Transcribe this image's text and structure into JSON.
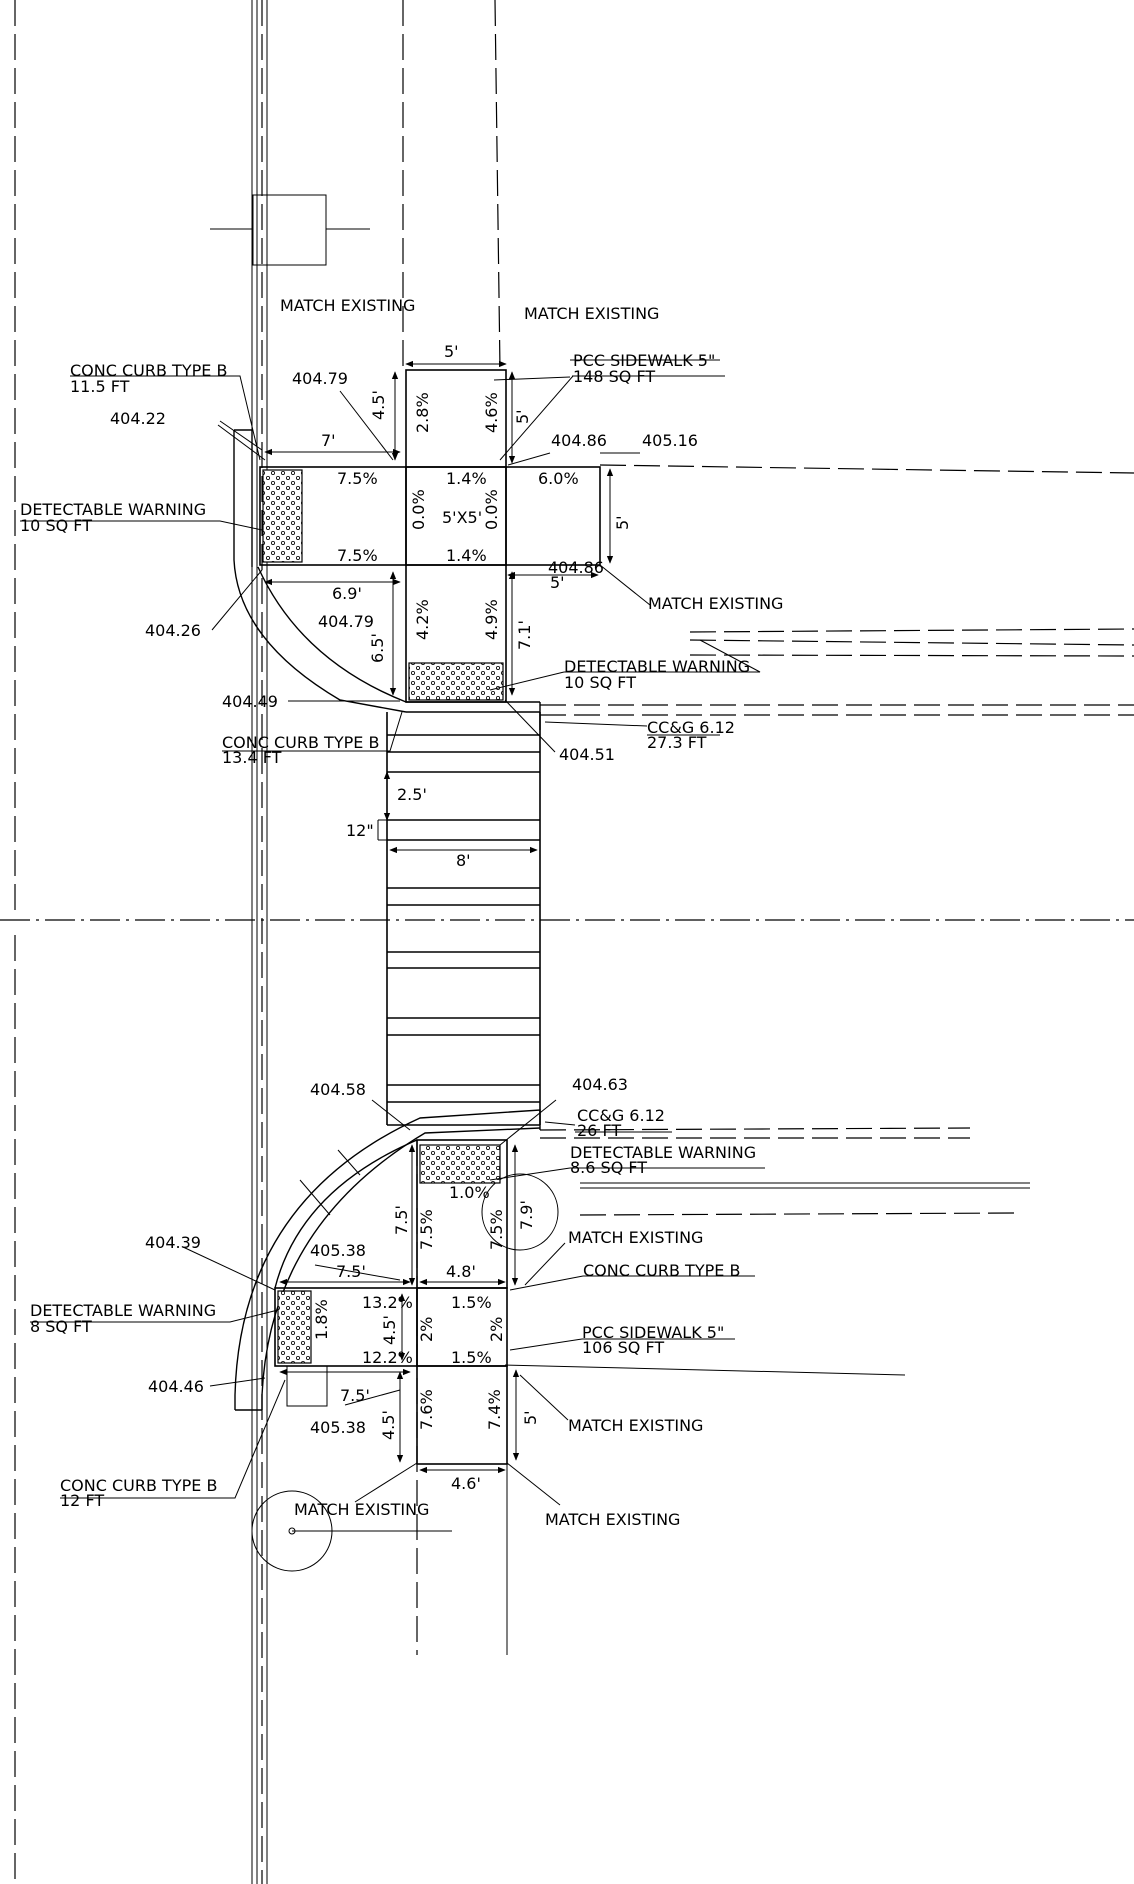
{
  "colors": {
    "line": "#000000",
    "background": "#ffffff"
  },
  "top": {
    "match_existing_left": "MATCH EXISTING",
    "match_existing_right": "MATCH EXISTING",
    "dim_walk_width": "5'",
    "curb_left_title": "CONC CURB TYPE B",
    "curb_left_len": "11.5 FT",
    "sidewalk_title": "PCC SIDEWALK 5\"",
    "sidewalk_area": "148 SQ FT",
    "elev_404_79_top": "404.79",
    "elev_404_22": "404.22",
    "dim_4_5": "4.5'",
    "slope_2_8": "2.8%",
    "slope_4_6": "4.6%",
    "dim_5_right": "5'",
    "dim_7": "7'",
    "elev_404_86_top": "404.86",
    "elev_405_16": "405.16",
    "slope_7_5_upper": "7.5%",
    "slope_1_4_upper": "1.4%",
    "slope_6_0": "6.0%",
    "dw_left_title": "DETECTABLE WARNING",
    "dw_left_area": "10 SQ FT",
    "slope_0_0_left": "0.0%",
    "landing": "5'X5'",
    "slope_0_0_right": "0.0%",
    "dim_5_east": "5'",
    "slope_7_5_lower": "7.5%",
    "slope_1_4_lower": "1.4%",
    "dim_6_9": "6.9'",
    "dim_5_bottom": "5'",
    "elev_404_86_bottom": "404.86",
    "match_existing_east": "MATCH EXISTING",
    "elev_404_26": "404.26",
    "elev_404_79_mid": "404.79",
    "dim_6_5": "6.5'",
    "slope_4_2": "4.2%",
    "slope_4_9": "4.9%",
    "dim_7_1": "7.1'",
    "dw_south_title": "DETECTABLE WARNING",
    "dw_south_area": "10 SQ FT",
    "elev_404_49": "404.49",
    "curb_south_title": "CONC CURB TYPE B",
    "curb_south_len": "13.4 FT",
    "ccg_title": "CC&G 6.12",
    "ccg_len": "27.3 FT",
    "elev_404_51": "404.51"
  },
  "crosswalk": {
    "dim_2_5": "2.5'",
    "dim_12in": "12\"",
    "dim_8": "8'"
  },
  "bottom": {
    "elev_404_58": "404.58",
    "elev_404_63": "404.63",
    "ccg_title": "CC&G 6.12",
    "ccg_len": "26 FT",
    "dw_north_title": "DETECTABLE WARNING",
    "dw_north_area": "8.6 SQ FT",
    "slope_1_0": "1.0%",
    "dim_7_5_vert": "7.5'",
    "slope_7_5_a": "7.5%",
    "slope_7_5_b": "7.5%",
    "dim_7_9": "7.9'",
    "match_existing_ne": "MATCH EXISTING",
    "elev_404_39": "404.39",
    "elev_405_38_top": "405.38",
    "dim_7_5_horiz": "7.5'",
    "dim_4_8": "4.8'",
    "curb_right_title": "CONC CURB TYPE B",
    "dw_west_title": "DETECTABLE WARNING",
    "dw_west_area": "8 SQ FT",
    "slope_1_8": "1.8%",
    "slope_13_2": "13.2%",
    "slope_1_5_upper": "1.5%",
    "dim_4_5_west": "4.5'",
    "slope_2_left": "2%",
    "slope_2_right": "2%",
    "sidewalk_title": "PCC SIDEWALK 5\"",
    "sidewalk_area": "106 SQ FT",
    "slope_12_2": "12.2%",
    "slope_1_5_lower": "1.5%",
    "elev_404_46": "404.46",
    "dim_7_5_lower": "7.5'",
    "elev_405_38_bottom": "405.38",
    "dim_4_5_south": "4.5'",
    "slope_7_6": "7.6%",
    "slope_7_4": "7.4%",
    "dim_5_south": "5'",
    "match_existing_se": "MATCH EXISTING",
    "dim_4_6": "4.6'",
    "curb_left_title": "CONC CURB TYPE B",
    "curb_left_len": "12 FT",
    "match_existing_sw": "MATCH EXISTING",
    "match_existing_s": "MATCH EXISTING"
  }
}
